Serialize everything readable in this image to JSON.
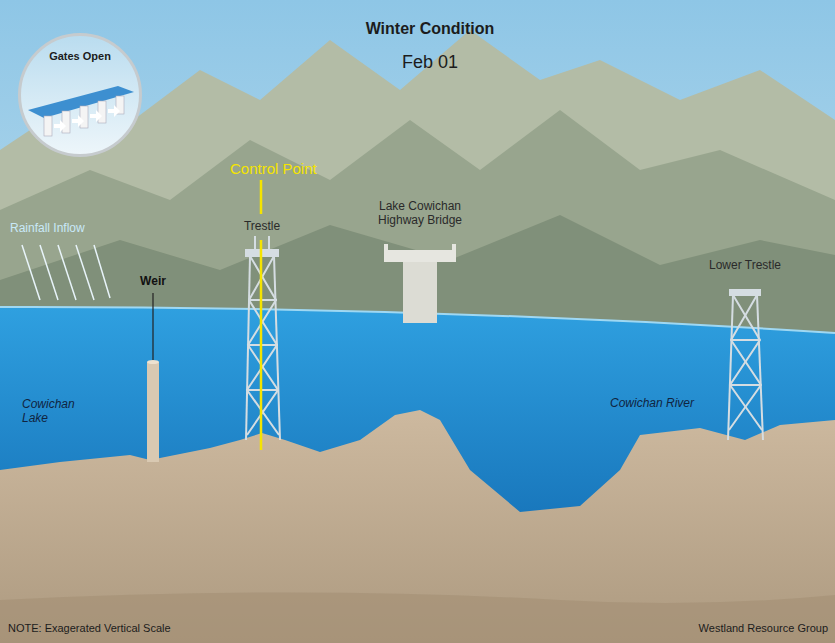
{
  "diagram": {
    "title": "Winter Condition",
    "nodes": [
      {
        "text": [
          "Gates Open"
        ]
      }
    ],
    "labels": [
      "Feb 01",
      "Control Point",
      "Rainfall Inflow",
      "Trestle",
      "Weir",
      "Lake Cowichan Highway Bridge",
      "Lower Trestle",
      "Cowichan Lake",
      "Cowichan River",
      "NOTE: Exagerated Vertical Scale",
      "Westland Resource Group"
    ]
  }
}
